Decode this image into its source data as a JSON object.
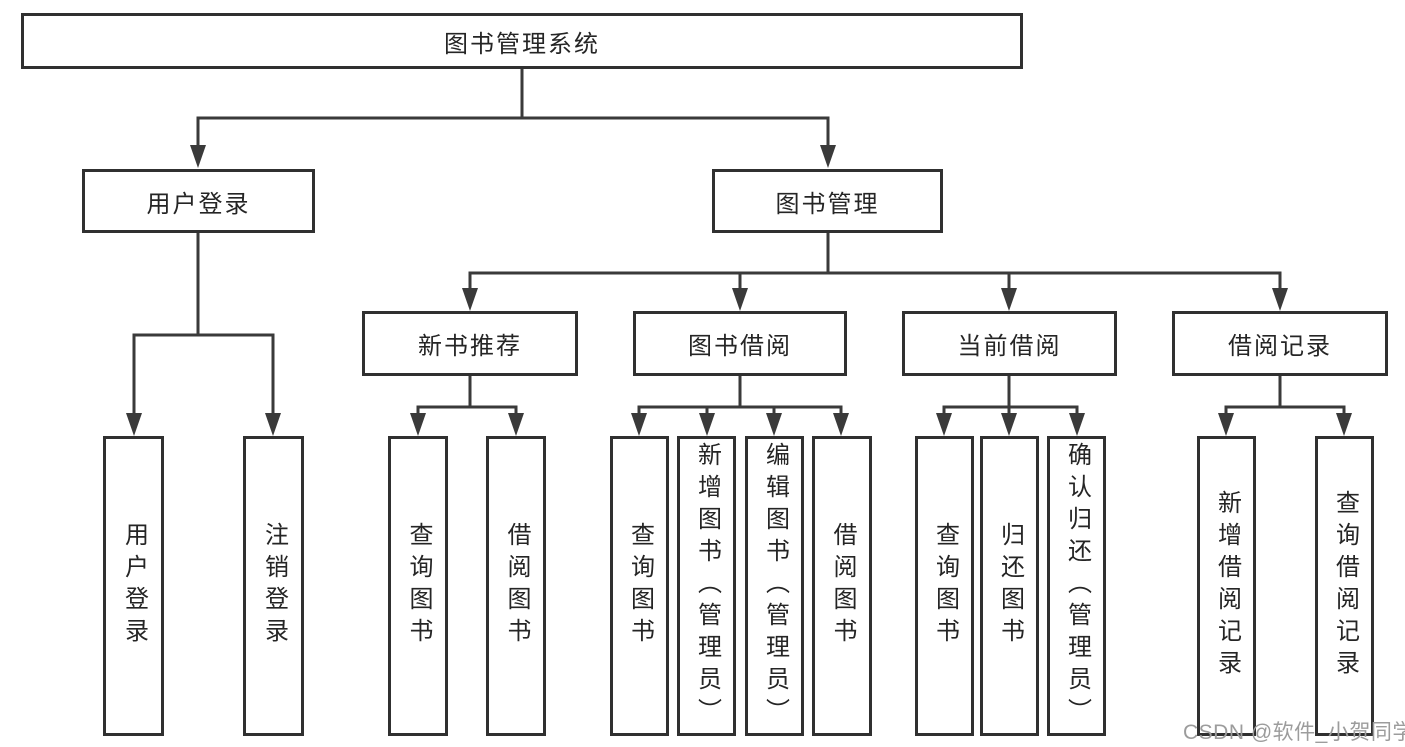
{
  "diagram": {
    "type": "tree",
    "root": {
      "label": "图书管理系统"
    },
    "branches": [
      {
        "label": "用户登录",
        "children": [
          {
            "label": "用户登录"
          },
          {
            "label": "注销登录"
          }
        ]
      },
      {
        "label": "图书管理",
        "children": [
          {
            "label": "新书推荐",
            "children": [
              {
                "label": "查询图书"
              },
              {
                "label": "借阅图书"
              }
            ]
          },
          {
            "label": "图书借阅",
            "children": [
              {
                "label": "查询图书"
              },
              {
                "label": "新增图书（管理员）"
              },
              {
                "label": "编辑图书（管理员）"
              },
              {
                "label": "借阅图书"
              }
            ]
          },
          {
            "label": "当前借阅",
            "children": [
              {
                "label": "查询图书"
              },
              {
                "label": "归还图书"
              },
              {
                "label": "确认归还（管理员）"
              }
            ]
          },
          {
            "label": "借阅记录",
            "children": [
              {
                "label": "新增借阅记录"
              },
              {
                "label": "查询借阅记录"
              }
            ]
          }
        ]
      }
    ]
  },
  "watermark": {
    "text": "CSDN @软件_小贺同学"
  },
  "colors": {
    "box_border": "#303030",
    "connector": "#3a3a3a",
    "text": "#252525",
    "watermark": "#9c9c9c",
    "background": "#ffffff"
  }
}
